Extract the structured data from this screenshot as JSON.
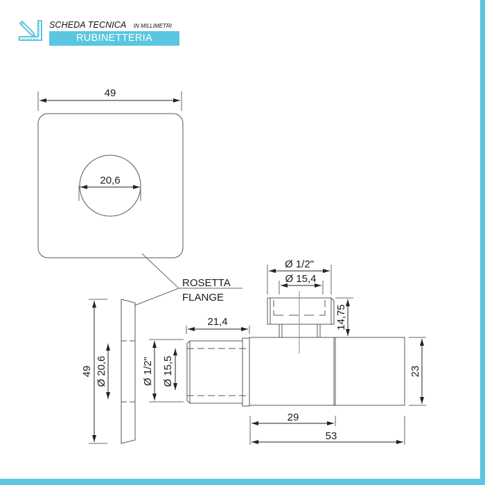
{
  "header": {
    "title": "SCHEDA TECNICA",
    "subtitle": "IN MILLIMETRI",
    "category": "RUBINETTERIA",
    "icon": "ruler-pencil-icon",
    "accent_color": "#5bc6e0"
  },
  "drawing": {
    "units": "mm",
    "line_color": "#555555",
    "front_view": {
      "part": "rosetta",
      "width_label": "49",
      "hole_diameter_label": "20,6"
    },
    "callout": {
      "label_it": "ROSETTA",
      "label_en": "FLANGE"
    },
    "side_view_flange": {
      "height_label": "49",
      "inner_diameter_label": "Ø 20,6"
    },
    "valve": {
      "inlet_thread_label": "Ø 1/2\"",
      "inlet_diameter_label": "Ø 15,5",
      "inlet_length_label": "21,4",
      "outlet_thread_label": "Ø 1/2\"",
      "outlet_diameter_label": "Ø 15,4",
      "outlet_height_label": "14,75",
      "body_height_label": "23",
      "body_length_label": "29",
      "total_length_label": "53"
    }
  }
}
